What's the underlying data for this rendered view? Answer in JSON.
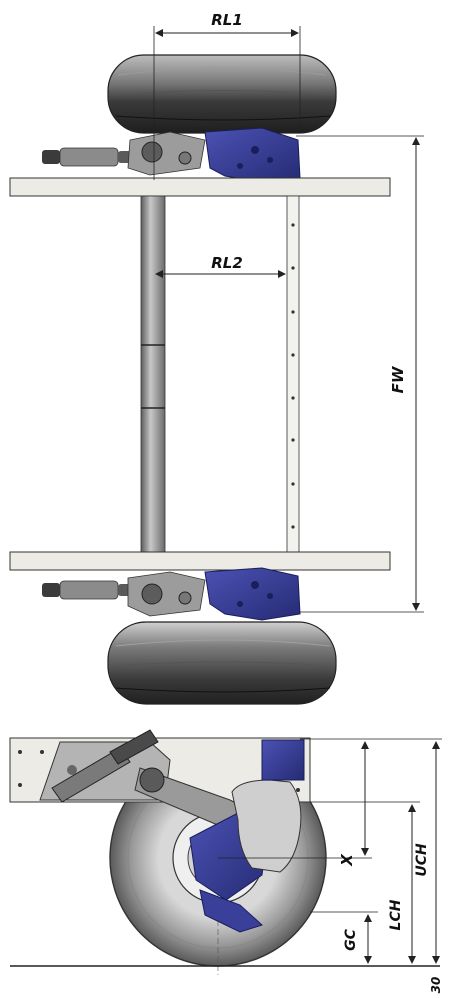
{
  "diagram": {
    "labels": {
      "rl1": "RL1",
      "rl2": "RL2",
      "fw": "FW",
      "x": "X",
      "uch": "UCH",
      "lch": "LCH",
      "gc": "GC"
    },
    "page_number": "30",
    "colors": {
      "bracket_blue": "#3a3f9a",
      "bracket_blue_dark": "#262b74",
      "tire_dark": "#2f2f2f",
      "tire_mid": "#6a6a6a",
      "tire_light": "#a8a8a8",
      "rail_fill": "#ecebe6",
      "axle_fill": "#9a9a9a",
      "dimension_line": "#222222"
    },
    "icons": [
      "tire-icon",
      "air-spring-icon",
      "shock-absorber-icon"
    ]
  }
}
